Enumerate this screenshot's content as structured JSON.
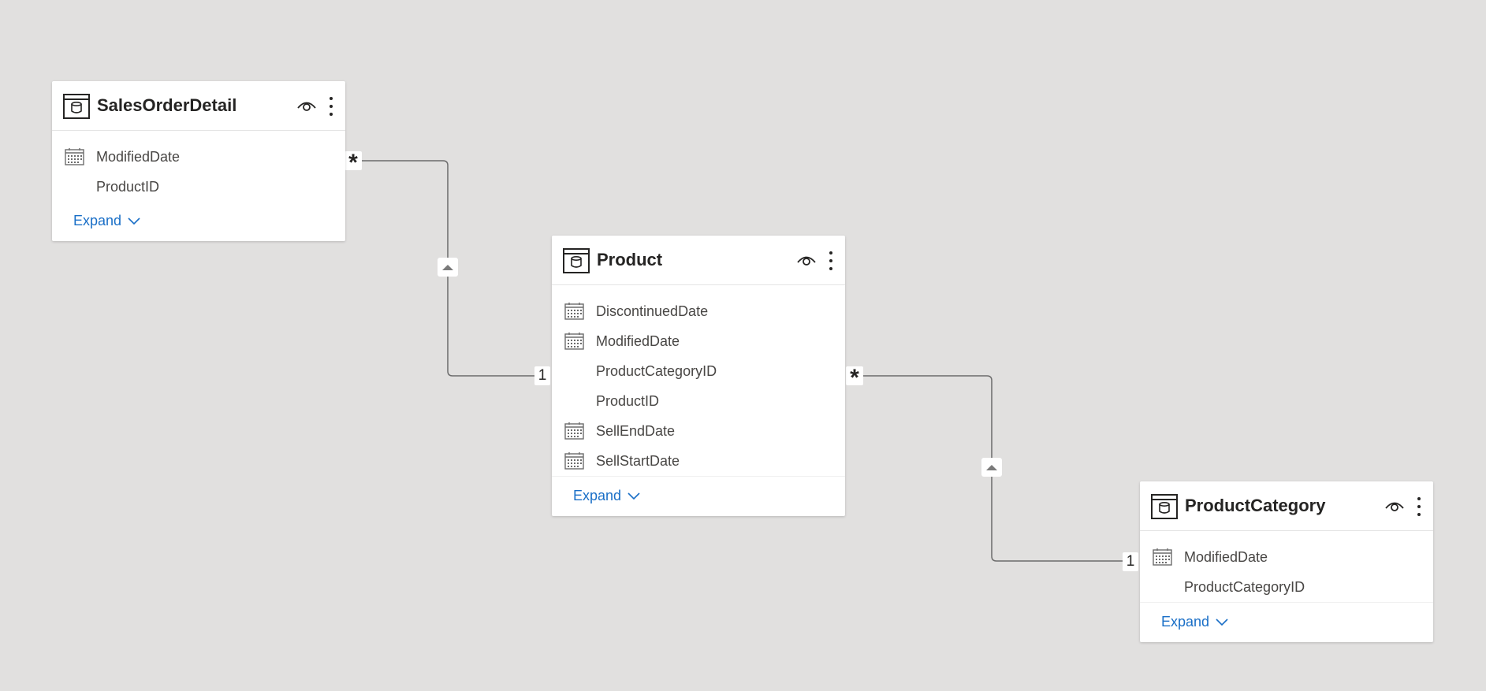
{
  "tables": [
    {
      "name": "SalesOrderDetail",
      "fields": [
        {
          "label": "ModifiedDate",
          "icon": "calendar-icon"
        },
        {
          "label": "ProductID",
          "icon": ""
        }
      ],
      "expand_label": "Expand"
    },
    {
      "name": "Product",
      "fields": [
        {
          "label": "DiscontinuedDate",
          "icon": "calendar-icon"
        },
        {
          "label": "ModifiedDate",
          "icon": "calendar-icon"
        },
        {
          "label": "ProductCategoryID",
          "icon": ""
        },
        {
          "label": "ProductID",
          "icon": ""
        },
        {
          "label": "SellEndDate",
          "icon": "calendar-icon"
        },
        {
          "label": "SellStartDate",
          "icon": "calendar-icon"
        }
      ],
      "expand_label": "Expand"
    },
    {
      "name": "ProductCategory",
      "fields": [
        {
          "label": "ModifiedDate",
          "icon": "calendar-icon"
        },
        {
          "label": "ProductCategoryID",
          "icon": ""
        }
      ],
      "expand_label": "Expand"
    }
  ],
  "relationships": [
    {
      "from": "SalesOrderDetail",
      "to": "Product",
      "from_cardinality": "*",
      "to_cardinality": "1"
    },
    {
      "from": "Product",
      "to": "ProductCategory",
      "from_cardinality": "*",
      "to_cardinality": "1"
    }
  ],
  "colors": {
    "canvas": "#e1e0df",
    "link": "#1a6fc7",
    "line": "#6b6b6b"
  }
}
